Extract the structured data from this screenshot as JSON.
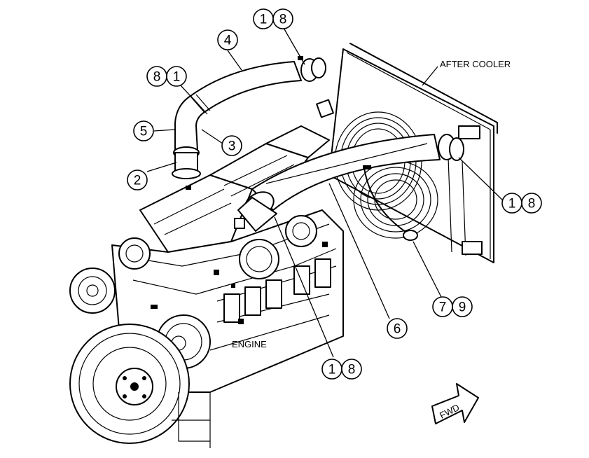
{
  "labels": {
    "after_cooler": "AFTER COOLER",
    "engine": "ENGINE",
    "fwd": "FWD"
  },
  "callouts": [
    {
      "id": "c-1-8-top",
      "left": "1",
      "right": "8"
    },
    {
      "id": "c-4",
      "left": "4"
    },
    {
      "id": "c-8-1",
      "left": "8",
      "right": "1"
    },
    {
      "id": "c-5",
      "left": "5"
    },
    {
      "id": "c-3",
      "left": "3"
    },
    {
      "id": "c-2",
      "left": "2"
    },
    {
      "id": "c-1-8-right",
      "left": "1",
      "right": "8"
    },
    {
      "id": "c-7-9",
      "left": "7",
      "right": "9"
    },
    {
      "id": "c-6",
      "left": "6"
    },
    {
      "id": "c-1-8-bottom",
      "left": "1",
      "right": "8"
    }
  ]
}
